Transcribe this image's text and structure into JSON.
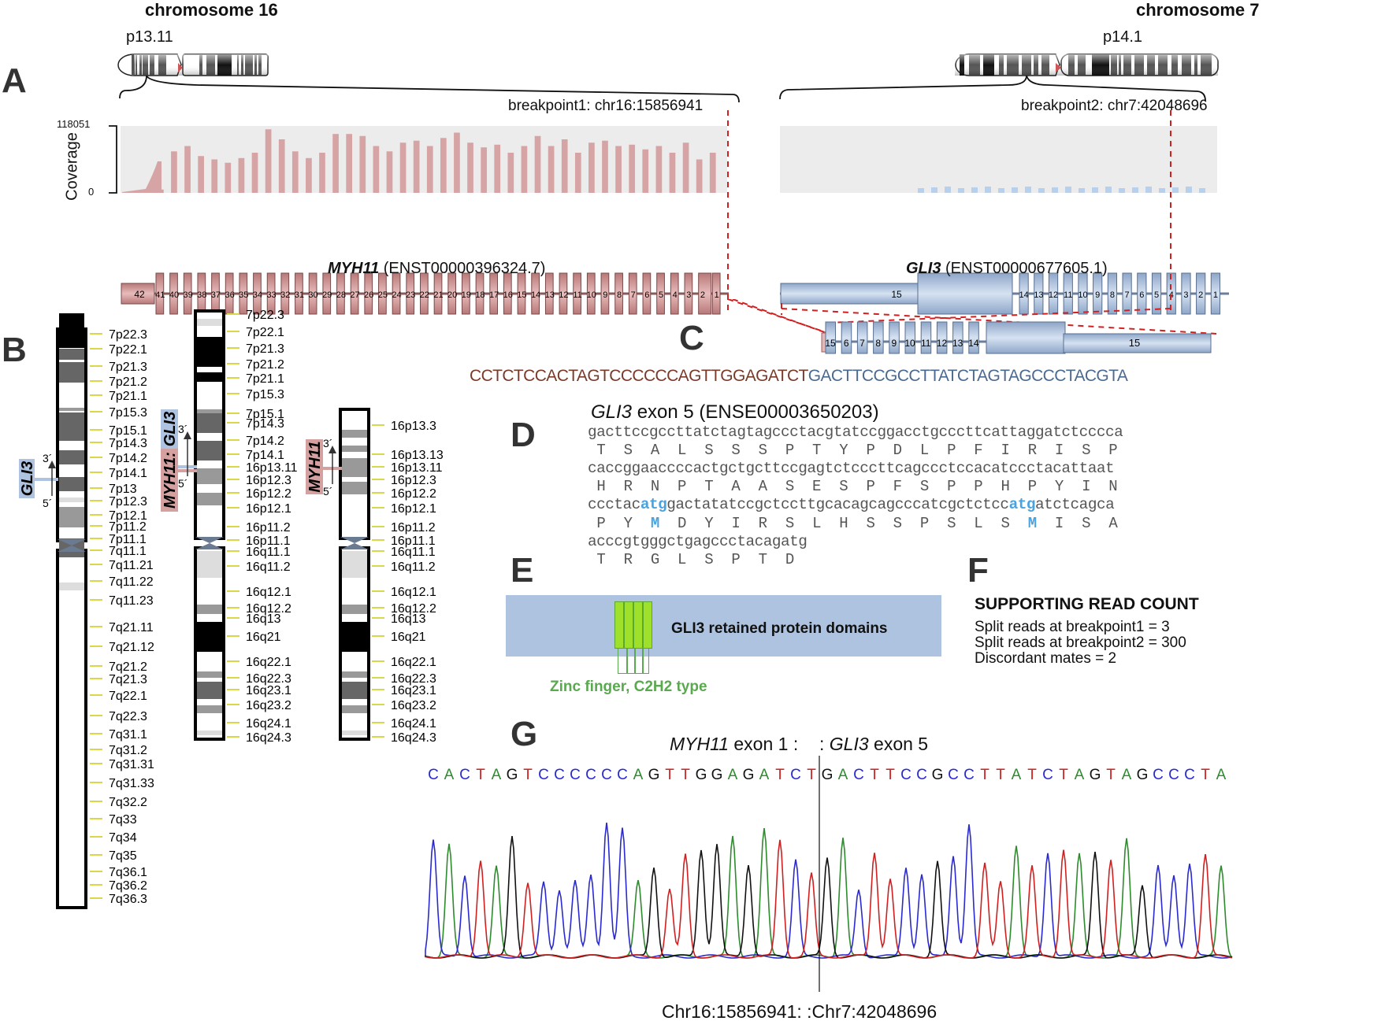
{
  "panels": {
    "A": "A",
    "B": "B",
    "C": "C",
    "D": "D",
    "E": "E",
    "F": "F",
    "G": "G"
  },
  "panel_a": {
    "left": {
      "chromosome_title": "chromosome 16",
      "band": "p13.11",
      "breakpoint": "breakpoint1: chr16:15856941",
      "coverage_axis_label": "Coverage",
      "coverage_max": "118051",
      "coverage_min": "0",
      "gene_name": "MYH11",
      "transcript": " (ENST00000396324.7)",
      "exon_labels": [
        "42",
        "41",
        "40",
        "39",
        "38",
        "37",
        "36",
        "35",
        "34",
        "33",
        "32",
        "31",
        "30",
        "29",
        "28",
        "27",
        "26",
        "25",
        "24",
        "23",
        "22",
        "21",
        "20",
        "19",
        "18",
        "17",
        "16",
        "15",
        "14",
        "13",
        "12",
        "11",
        "10",
        "9",
        "8",
        "7",
        "6",
        "5",
        "4",
        "3",
        "2",
        "1"
      ],
      "color": "#c98c8c"
    },
    "right": {
      "chromosome_title": "chromosome 7",
      "band": "p14.1",
      "breakpoint": "breakpoint2: chr7:42048696",
      "gene_name": "GLI3",
      "transcript": " (ENST00000677605.1)",
      "exon_labels": [
        "15",
        "14",
        "13",
        "12",
        "11",
        "10",
        "9",
        "8",
        "7",
        "6",
        "5",
        "4",
        "3",
        "2",
        "1"
      ],
      "color": "#9fb7d8"
    }
  },
  "panel_b": {
    "chr7": {
      "bands": [
        "7p22.3",
        "7p22.1",
        "7p21.3",
        "7p21.2",
        "7p21.1",
        "7p15.3",
        "7p15.1",
        "7p14.3",
        "7p14.2",
        "7p14.1",
        "7p13",
        "7p12.3",
        "7p12.1",
        "7p11.2",
        "7p11.1",
        "7q11.1",
        "7q11.21",
        "7q11.22",
        "7q11.23",
        "7q21.11",
        "7q21.12",
        "7q21.2",
        "7q21.3",
        "7q22.1",
        "7q22.3",
        "7q31.1",
        "7q31.2",
        "7q31.31",
        "7q31.33",
        "7q32.2",
        "7q33",
        "7q34",
        "7q35",
        "7q36.1",
        "7q36.2",
        "7q36.3"
      ],
      "gene_label": "GLI3"
    },
    "fusion": {
      "bands": [
        "7p22.3",
        "7p22.1",
        "7p21.3",
        "7p21.2",
        "7p21.1",
        "7p15.3",
        "7p15.1",
        "7p14.3",
        "7p14.2",
        "7p14.1",
        "16p13.11",
        "16p12.3",
        "16p12.2",
        "16p12.1",
        "16p11.2",
        "16p11.1",
        "16q11.1",
        "16q11.2",
        "16q12.1",
        "16q12.2",
        "16q13",
        "16q21",
        "16q22.1",
        "16q22.3",
        "16q23.1",
        "16q23.2",
        "16q24.1",
        "16q24.3"
      ],
      "gene_label_a": "MYH11",
      "gene_label_sep": ":",
      "gene_label_b": "GLI3"
    },
    "chr16": {
      "bands": [
        "16p13.3",
        "16p13.13",
        "16p13.11",
        "16p12.3",
        "16p12.2",
        "16p12.1",
        "16p11.2",
        "16p11.1",
        "16q11.1",
        "16q11.2",
        "16q12.1",
        "16q12.2",
        "16q13",
        "16q21",
        "16q22.1",
        "16q22.3",
        "16q23.1",
        "16q23.2",
        "16q24.1",
        "16q24.3"
      ],
      "gene_label": "MYH11"
    },
    "three_prime": "3´",
    "five_prime": "5´"
  },
  "panel_c": {
    "exon_labels": [
      "15",
      "6",
      "7",
      "8",
      "9",
      "10",
      "11",
      "12",
      "13",
      "14",
      "15"
    ],
    "seq_myh11": "CCTCTCCACTAGTCCCCCCAGTTGGAGATCT",
    "seq_gli3": "GACTTCCGCCTTATCTAGTAGCCCTACGTA"
  },
  "panel_d": {
    "title_gene": "GLI3",
    "title_rest": " exon 5 (ENSE00003650203)",
    "rows": [
      {
        "nt": [
          {
            "t": "gacttccgccttatctagtagccctacgtatccggacctgcccttcattaggatctcccca",
            "h": false
          }
        ],
        "aa": [
          {
            "t": " T  S  A  L  S  S  S  P  T  Y  P  D  L  P  F  I  R  I  S  P",
            "h": false
          }
        ]
      },
      {
        "nt": [
          {
            "t": "caccggaaccccactgctgcttccgagtctcccttcagccctccacatccctacattaat",
            "h": false
          }
        ],
        "aa": [
          {
            "t": " H  R  N  P  T  A  A  S  E  S  P  F  S  P  P  H  P  Y  I  N",
            "h": false
          }
        ]
      },
      {
        "nt": [
          {
            "t": "ccctac",
            "h": false
          },
          {
            "t": "atg",
            "h": true
          },
          {
            "t": "gactatatccgctccttgcacagcagcccatcgctctcc",
            "h": false
          },
          {
            "t": "atg",
            "h": true
          },
          {
            "t": "atctcagca",
            "h": false
          }
        ],
        "aa": [
          {
            "t": " P  Y  ",
            "h": false
          },
          {
            "t": "M",
            "h": true
          },
          {
            "t": "  D  Y  I  R  S  L  H  S  S  P  S  L  S  ",
            "h": false
          },
          {
            "t": "M",
            "h": true
          },
          {
            "t": "  I  S  A",
            "h": false
          }
        ]
      },
      {
        "nt": [
          {
            "t": "acccgtgggctgagccctacagatg",
            "h": false
          }
        ],
        "aa": [
          {
            "t": " T  R  G  L  S  P  T  D",
            "h": false
          }
        ]
      }
    ]
  },
  "panel_e": {
    "domain_box_label": "GLI3 retained protein domains",
    "zinc_finger_label": "Zinc finger, C2H2 type",
    "box_color": "#aec3e0",
    "zinc_color": "#9ee02a",
    "zinc_text_color": "#5aa850"
  },
  "panel_f": {
    "title": "SUPPORTING READ COUNT",
    "lines": [
      "Split reads at breakpoint1 = 3",
      "Split reads at breakpoint2 = 300",
      "Discordant mates = 2"
    ]
  },
  "panel_g": {
    "title_left_gene": "MYH11",
    "title_left_rest": " exon 1 :",
    "title_right_gene": "GLI3",
    "title_right_prefix": ": ",
    "title_right_rest": " exon 5",
    "bases": "CACTAGTCCCCCCAGTTGGAGATCTGACTTCCGCCTTATCTAGTAGCCCTA",
    "junction_label": "Chr16:15856941: :Chr7:42048696",
    "base_colors": {
      "A": "#2e8b2e",
      "C": "#2a2ad0",
      "G": "#111111",
      "T": "#d02020"
    }
  }
}
